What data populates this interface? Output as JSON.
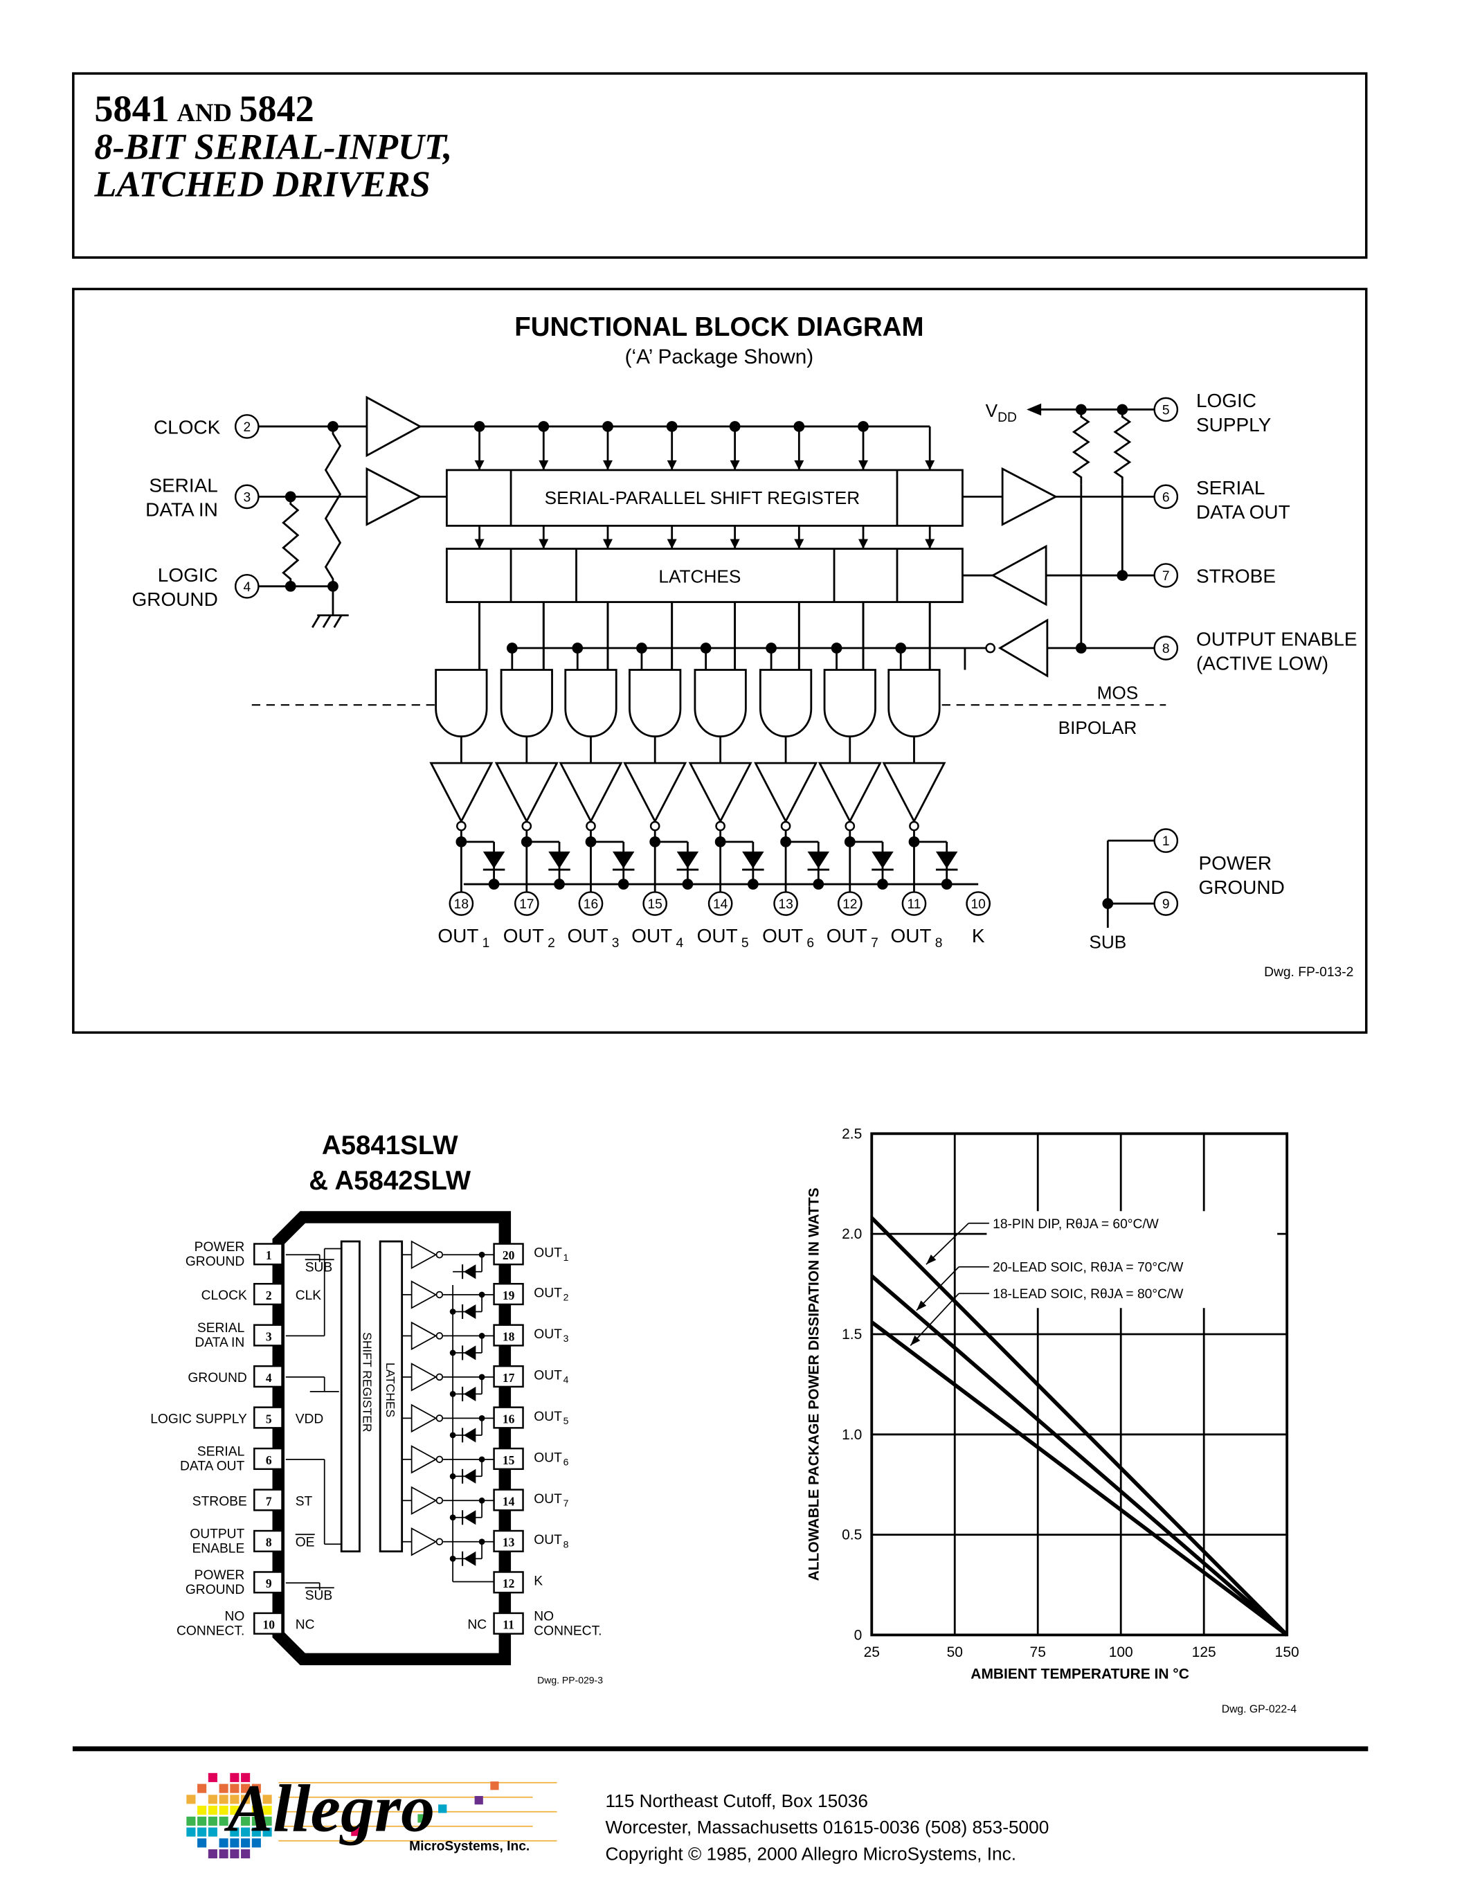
{
  "header": {
    "part_a": "5841",
    "and": "AND",
    "part_b": "5842",
    "line2": "8-BIT SERIAL-INPUT,",
    "line3": "LATCHED DRIVERS"
  },
  "block_diagram": {
    "title": "FUNCTIONAL BLOCK DIAGRAM",
    "subtitle": "(‘A’ Package Shown)",
    "shift_register_label": "SERIAL-PARALLEL SHIFT REGISTER",
    "latches_label": "LATCHES",
    "vdd": "V",
    "vdd_sub": "DD",
    "mos": "MOS",
    "bipolar": "BIPOLAR",
    "sub": "SUB",
    "drawing_no": "Dwg. FP-013-2",
    "left_pins": [
      {
        "num": "2",
        "label1": "CLOCK",
        "label2": ""
      },
      {
        "num": "3",
        "label1": "SERIAL",
        "label2": "DATA IN"
      },
      {
        "num": "4",
        "label1": "LOGIC",
        "label2": "GROUND"
      }
    ],
    "right_pins": [
      {
        "num": "5",
        "label1": "LOGIC",
        "label2": "SUPPLY"
      },
      {
        "num": "6",
        "label1": "SERIAL",
        "label2": "DATA OUT"
      },
      {
        "num": "7",
        "label1": "STROBE",
        "label2": ""
      },
      {
        "num": "8",
        "label1": "OUTPUT ENABLE",
        "label2": "(ACTIVE LOW)"
      },
      {
        "num": "1",
        "label1": "POWER",
        "label2": "GROUND"
      },
      {
        "num": "9",
        "label1": "",
        "label2": ""
      }
    ],
    "outputs": [
      {
        "num": "18",
        "label": "OUT",
        "sub": "1"
      },
      {
        "num": "17",
        "label": "OUT",
        "sub": "2"
      },
      {
        "num": "16",
        "label": "OUT",
        "sub": "3"
      },
      {
        "num": "15",
        "label": "OUT",
        "sub": "4"
      },
      {
        "num": "14",
        "label": "OUT",
        "sub": "5"
      },
      {
        "num": "13",
        "label": "OUT",
        "sub": "6"
      },
      {
        "num": "12",
        "label": "OUT",
        "sub": "7"
      },
      {
        "num": "11",
        "label": "OUT",
        "sub": "8"
      },
      {
        "num": "10",
        "label": "K",
        "sub": ""
      }
    ]
  },
  "pinout": {
    "title1": "A5841SLW",
    "title2": "& A5842SLW",
    "shift_register": "SHIFT REGISTER",
    "latches": "LATCHES",
    "drawing_no": "Dwg. PP-029-3",
    "left_pins": [
      {
        "num": "1",
        "l1": "POWER",
        "l2": "GROUND",
        "inner": "SUB",
        "inner_over": true
      },
      {
        "num": "2",
        "l1": "CLOCK",
        "l2": "",
        "inner": "CLK",
        "inner_over": false
      },
      {
        "num": "3",
        "l1": "SERIAL",
        "l2": "DATA IN",
        "inner": "",
        "inner_over": false
      },
      {
        "num": "4",
        "l1": "GROUND",
        "l2": "",
        "inner": "",
        "inner_over": false
      },
      {
        "num": "5",
        "l1": "LOGIC SUPPLY",
        "l2": "",
        "inner": "VDD",
        "inner_over": false
      },
      {
        "num": "6",
        "l1": "SERIAL",
        "l2": "DATA OUT",
        "inner": "",
        "inner_over": false
      },
      {
        "num": "7",
        "l1": "STROBE",
        "l2": "",
        "inner": "ST",
        "inner_over": false
      },
      {
        "num": "8",
        "l1": "OUTPUT",
        "l2": "ENABLE",
        "inner": "OE",
        "inner_over": true
      },
      {
        "num": "9",
        "l1": "POWER",
        "l2": "GROUND",
        "inner": "SUB",
        "inner_over": true
      },
      {
        "num": "10",
        "l1": "NO",
        "l2": "CONNECT.",
        "inner": "NC",
        "inner_over": false
      }
    ],
    "right_pins": [
      {
        "num": "20",
        "l1": "OUT",
        "sub": "1",
        "l2": ""
      },
      {
        "num": "19",
        "l1": "OUT",
        "sub": "2",
        "l2": ""
      },
      {
        "num": "18",
        "l1": "OUT",
        "sub": "3",
        "l2": ""
      },
      {
        "num": "17",
        "l1": "OUT",
        "sub": "4",
        "l2": ""
      },
      {
        "num": "16",
        "l1": "OUT",
        "sub": "5",
        "l2": ""
      },
      {
        "num": "15",
        "l1": "OUT",
        "sub": "6",
        "l2": ""
      },
      {
        "num": "14",
        "l1": "OUT",
        "sub": "7",
        "l2": ""
      },
      {
        "num": "13",
        "l1": "OUT",
        "sub": "8",
        "l2": ""
      },
      {
        "num": "12",
        "l1": "K",
        "sub": "",
        "l2": ""
      },
      {
        "num": "11",
        "l1": "NO",
        "sub": "",
        "l2": "CONNECT.",
        "inner": "NC"
      }
    ]
  },
  "chart_data": {
    "type": "line",
    "title": "",
    "xlabel": "AMBIENT TEMPERATURE IN °C",
    "ylabel": "ALLOWABLE PACKAGE POWER DISSIPATION IN WATTS",
    "xlim": [
      25,
      150
    ],
    "ylim": [
      0,
      2.5
    ],
    "xticks": [
      "25",
      "50",
      "75",
      "100",
      "125",
      "150"
    ],
    "yticks": [
      "0",
      "0.5",
      "1.0",
      "1.5",
      "2.0",
      "2.5"
    ],
    "grid": true,
    "drawing_no": "Dwg. GP-022-4",
    "series": [
      {
        "name": "18-PIN DIP, RθJA = 60°C/W",
        "x": [
          25,
          150
        ],
        "y": [
          2.08,
          0
        ]
      },
      {
        "name": "20-LEAD SOIC, RθJA = 70°C/W",
        "x": [
          25,
          150
        ],
        "y": [
          1.79,
          0
        ]
      },
      {
        "name": "18-LEAD SOIC, RθJA = 80°C/W",
        "x": [
          25,
          150
        ],
        "y": [
          1.56,
          0
        ]
      }
    ]
  },
  "footer": {
    "logo_text": "Allegro",
    "logo_sub": "MicroSystems, Inc.",
    "address1": "115 Northeast Cutoff, Box 15036",
    "address2": "Worcester, Massachusetts 01615-0036  (508) 853-5000",
    "copyright": "Copyright © 1985, 2000 Allegro MicroSystems, Inc."
  }
}
